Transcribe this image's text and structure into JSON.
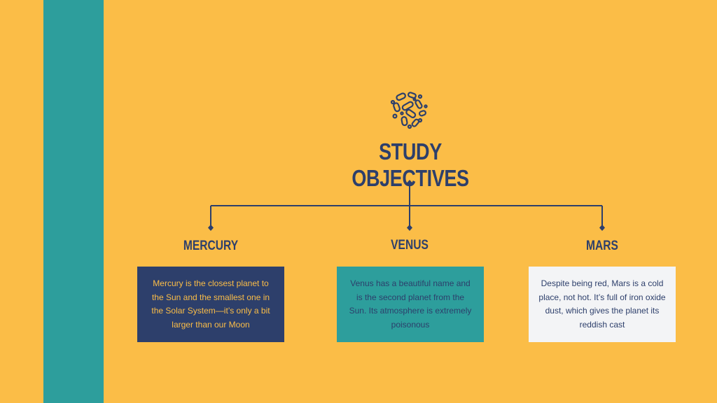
{
  "title": "STUDY OBJECTIVES",
  "icon": "bacteria-icon",
  "colors": {
    "background": "#fbbd47",
    "accent_teal": "#2d9e9c",
    "navy": "#2d3f6b",
    "light": "#f3f4f6"
  },
  "nodes": [
    {
      "heading": "MERCURY",
      "text": "Mercury is the closest planet to the Sun and the smallest one in the Solar System—it’s only a bit larger than our Moon"
    },
    {
      "heading": "VENUS",
      "text": "Venus has a beautiful name and is the second planet from the Sun. Its atmosphere is extremely poisonous"
    },
    {
      "heading": "MARS",
      "text": "Despite being red, Mars is a cold place, not hot. It’s full of iron oxide dust, which gives the planet its reddish cast"
    }
  ]
}
